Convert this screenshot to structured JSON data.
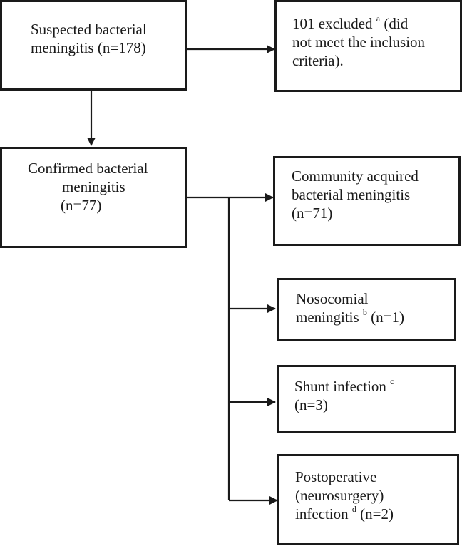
{
  "boxes": {
    "suspected": {
      "line1": "Suspected bacterial",
      "line2": "meningitis (n=178)"
    },
    "excluded": {
      "line1_pre": "101 excluded",
      "mark": "a",
      "line1_post": "(did",
      "line2": "not meet the inclusion",
      "line3": "criteria)."
    },
    "confirmed": {
      "line1": "Confirmed bacterial",
      "line2": "meningitis",
      "line3": "(n=77)"
    },
    "community": {
      "line1": "Community acquired",
      "line2": "bacterial meningitis",
      "line3": "(n=71)"
    },
    "nosocomial": {
      "line1": "Nosocomial",
      "line2_pre": "meningitis",
      "mark": "b",
      "line2_post": "(n=1)"
    },
    "shunt": {
      "line1_pre": "Shunt infection",
      "mark": "c",
      "line2": "(n=3)"
    },
    "postoperative": {
      "line1": "Postoperative",
      "line2": "(neurosurgery)",
      "line3_pre": "infection",
      "mark": "d",
      "line3_post": "(n=2)"
    }
  }
}
